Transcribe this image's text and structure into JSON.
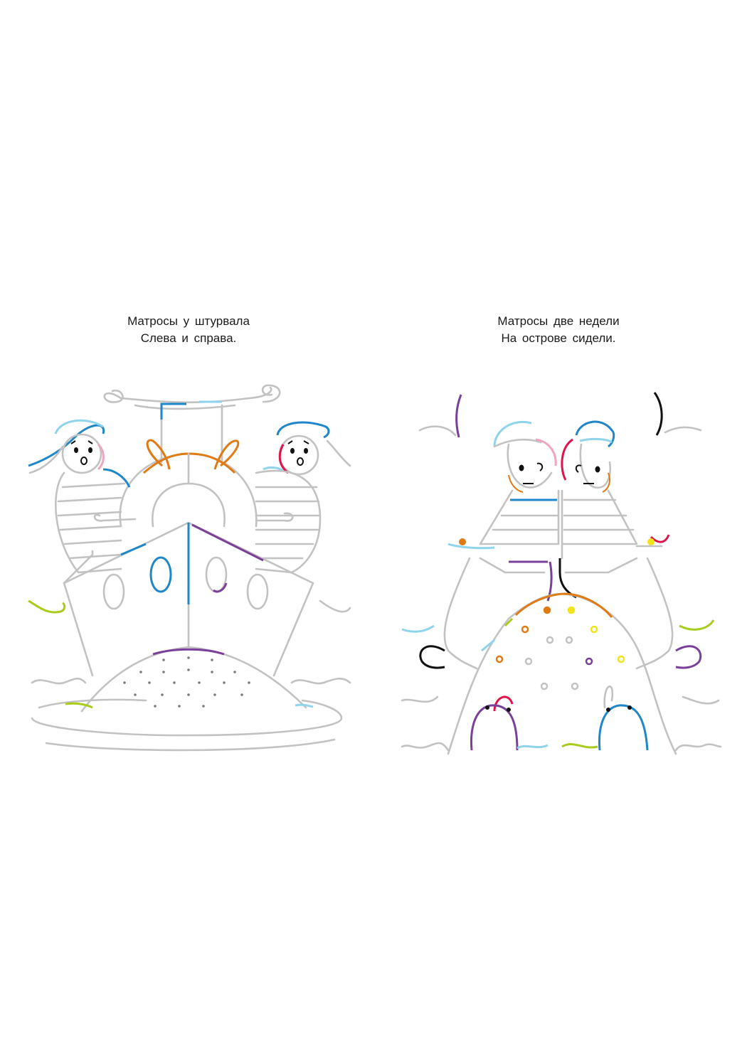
{
  "left_page": {
    "caption_line1": "Матросы у штурвала",
    "caption_line2": "Слева и справа.",
    "illustration_icon": "ship-with-sailors-icon"
  },
  "right_page": {
    "caption_line1": "Матросы две недели",
    "caption_line2": "На острове сидели.",
    "illustration_icon": "sailors-on-island-icon"
  },
  "colors": {
    "line_gray": "#c2c2c2",
    "light_blue": "#8fd3ec",
    "blue": "#1f86c8",
    "pink": "#f2a3c2",
    "red": "#e0144a",
    "orange": "#e07a14",
    "purple": "#7a3f9a",
    "lime": "#a8cc1c",
    "yellow": "#f4e21a",
    "black": "#111111"
  }
}
